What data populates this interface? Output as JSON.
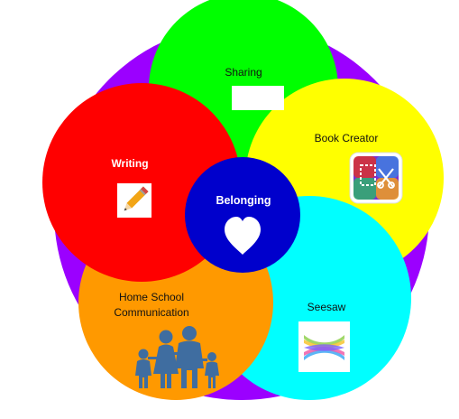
{
  "colors": {
    "background_ring": "#9b00ff",
    "sharing": "#00ff00",
    "book_creator": "#ffff00",
    "seesaw": "#00ffff",
    "home_school": "#ff9900",
    "writing": "#ff0000",
    "belonging": "#0000cc"
  },
  "center": {
    "label": "Belonging",
    "icon": "heart-icon"
  },
  "petals": [
    {
      "key": "sharing",
      "label": "Sharing",
      "icon": "blank-image-icon"
    },
    {
      "key": "book_creator",
      "label": "Book Creator",
      "icon": "book-creator-app-icon"
    },
    {
      "key": "seesaw",
      "label": "Seesaw",
      "icon": "seesaw-app-icon"
    },
    {
      "key": "home_school",
      "label_line1": "Home School",
      "label_line2": "Communication",
      "icon": "family-icon"
    },
    {
      "key": "writing",
      "label": "Writing",
      "icon": "pencil-icon"
    }
  ]
}
